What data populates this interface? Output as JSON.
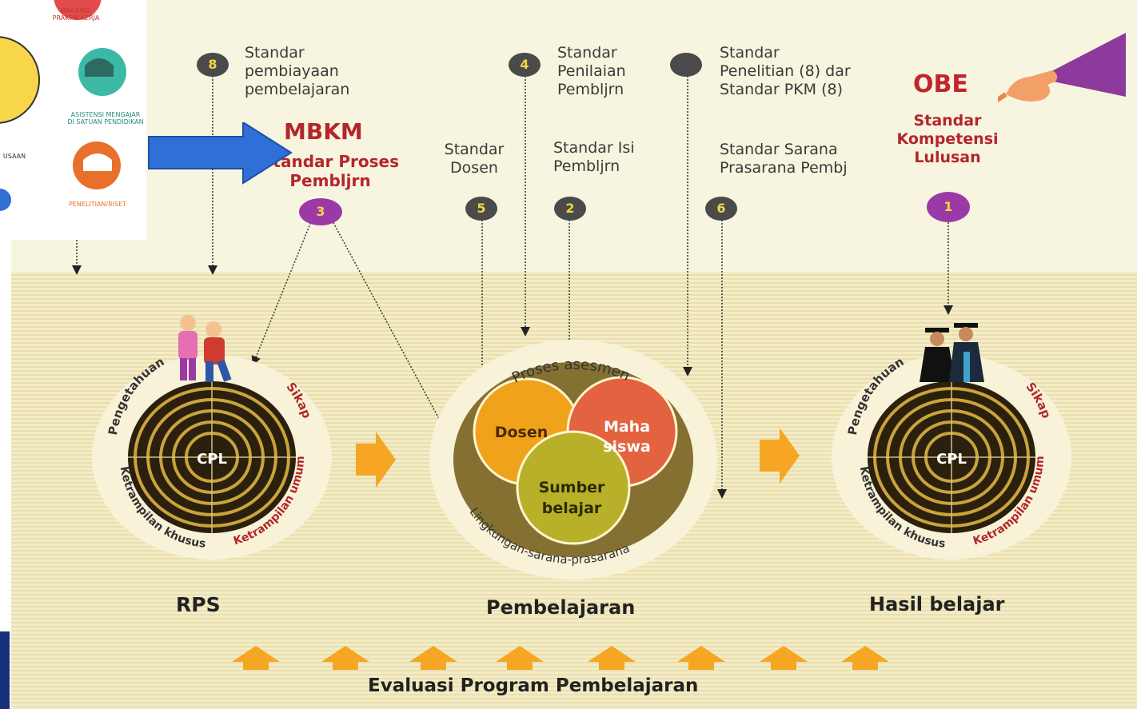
{
  "standards": {
    "pembiayaan": {
      "num": "8",
      "text": "Standar\npembiayaan\npembelajaran"
    },
    "penilaian": {
      "num": "4",
      "text": "Standar\nPenilaian\nPembljrn"
    },
    "penelitian": {
      "num": "",
      "text": "Standar\nPenelitian (8) dar\nStandar PKM (8)"
    },
    "dosen": {
      "num": "5",
      "text": "Standar\nDosen"
    },
    "isi": {
      "num": "2",
      "text": "Standar Isi\nPembljrn"
    },
    "sarana": {
      "num": "6",
      "text": "Standar Sarana\nPrasarana Pembj"
    },
    "proses": {
      "num": "3",
      "title": "MBKM",
      "text": "Standar Proses\nPembljrn"
    },
    "kompetensi": {
      "num": "1",
      "title": "OBE",
      "text": "Standar\nKompetensi\nLulusan"
    }
  },
  "rps_circle": {
    "center": "CPL",
    "q1": "Pengetahuan",
    "q2": "Sikap",
    "q3": "Ketrampilan khusus",
    "q4": "Ketrampilan umum"
  },
  "hasil_circle": {
    "center": "CPL",
    "q1": "Pengetahuan",
    "q2": "Sikap",
    "q3": "Ketrampilan khusus",
    "q4": "Ketrampilan umum"
  },
  "pembelajaran_circle": {
    "top_arc": "Proses asesmen",
    "bottom_arc": "Lingkungan-sarana-prasarana",
    "dosen": "Dosen",
    "maha_l1": "Maha",
    "maha_l2": "siswa",
    "sumber_l1": "Sumber",
    "sumber_l2": "belajar"
  },
  "labels": {
    "rps": "RPS",
    "pembelajaran": "Pembelajaran",
    "hasil": "Hasil belajar",
    "evaluasi": "Evaluasi Program Pembelajaran"
  },
  "inset": {
    "cap1": "MAGANG/\nPRAKTIK KERJA",
    "cap2": "ASISTENSI MENGAJAR\nDI SATUAN PENDIDIKAN",
    "cap3": "PENELITIAN/RISET",
    "cap4": "USAAN"
  },
  "colors": {
    "purple": "#9b3aa6",
    "dark_dot": "#4a4a4a",
    "arrow_orange": "#f6a623",
    "red_text": "#b3262b",
    "blue_arrow": "#2f6fd6"
  }
}
